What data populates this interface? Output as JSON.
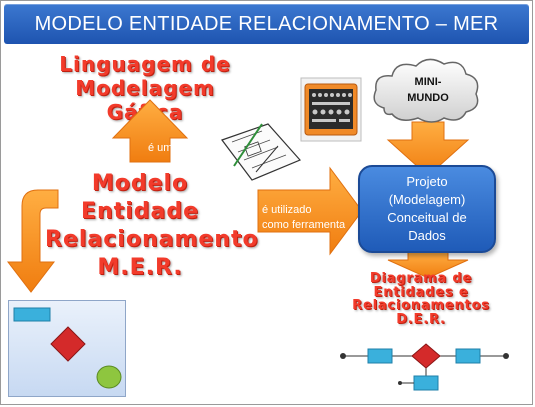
{
  "title": "MODELO ENTIDADE RELACIONAMENTO – MER",
  "headings": {
    "linguagem": [
      "Linguagem de",
      "Modelagem Gáfica"
    ],
    "modelo": [
      "Modelo",
      "Entidade",
      "Relacionamento",
      "M.E.R."
    ],
    "der": [
      "Diagrama de",
      "Entidades e",
      "Relacionamentos",
      "D.E.R."
    ]
  },
  "labels": {
    "e_uma": "é uma",
    "utilizado": [
      "é utilizado",
      "como ferramenta"
    ]
  },
  "mini_mundo": [
    "MINI-",
    "MUNDO"
  ],
  "projeto": [
    "Projeto",
    "(Modelagem)",
    "Conceitual de",
    "Dados"
  ],
  "colors": {
    "title_bar": "#2a62c2",
    "arrow_orange": "#f59420",
    "heading_red": "#f23b2b",
    "entity_blue": "#3ab0dc",
    "relation_red": "#d42a2a",
    "attribute_green": "#8ec63f"
  },
  "icons": [
    "cloud-icon",
    "toolbox-icon",
    "blueprint-icon"
  ]
}
